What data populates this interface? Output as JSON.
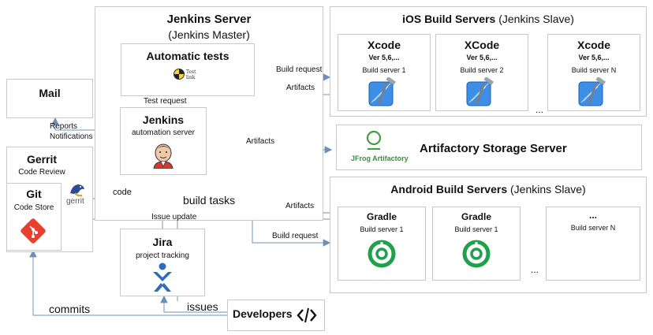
{
  "jenkins_server": {
    "title": "Jenkins Server",
    "subtitle": "(Jenkins Master)"
  },
  "automatic_tests": {
    "title": "Automatic tests",
    "logo_text": "Test link"
  },
  "jenkins": {
    "title": "Jenkins",
    "subtitle": "automation server"
  },
  "mail": {
    "title": "Mail"
  },
  "gerrit": {
    "title": "Gerrit",
    "subtitle": "Code Review",
    "logo_text": "gerrit"
  },
  "git": {
    "title": "Git",
    "subtitle": "Code Store"
  },
  "jira": {
    "title": "Jira",
    "subtitle": "project tracking"
  },
  "developers": {
    "title": "Developers"
  },
  "ios": {
    "title_bold": "iOS Build Servers",
    "title_rest": " (Jenkins Slave)",
    "servers": [
      {
        "name": "Xcode",
        "version": "Ver 5,6,...",
        "label": "Build server 1"
      },
      {
        "name": "XCode",
        "version": "Ver 5,6,...",
        "label": "Build server 2"
      },
      {
        "name": "Xcode",
        "version": "Ver 5,6,...",
        "label": "Build server N"
      }
    ],
    "ellipsis": "..."
  },
  "artifactory": {
    "title": "Artifactory Storage Server",
    "logo_text": "JFrog Artifactory"
  },
  "android": {
    "title_bold": "Android Build Servers",
    "title_rest": " (Jenkins Slave)",
    "servers": [
      {
        "name": "Gradle",
        "label": "Build server 1"
      },
      {
        "name": "Gradle",
        "label": "Build server 1"
      },
      {
        "name": "...",
        "label": "Build server N"
      }
    ],
    "ellipsis": "..."
  },
  "edges": {
    "build_request_ios": "Build request",
    "artifacts_ios": "Artifacts",
    "test_request": "Test request",
    "reports": "Reports",
    "notifications": "Notifications",
    "artifacts_store": "Artifacts",
    "code": "code",
    "build_tasks": "build tasks",
    "issue_update": "Issue update",
    "artifacts_android": "Artifacts",
    "build_request_android": "Build request",
    "commits": "commits",
    "issues": "issues"
  }
}
